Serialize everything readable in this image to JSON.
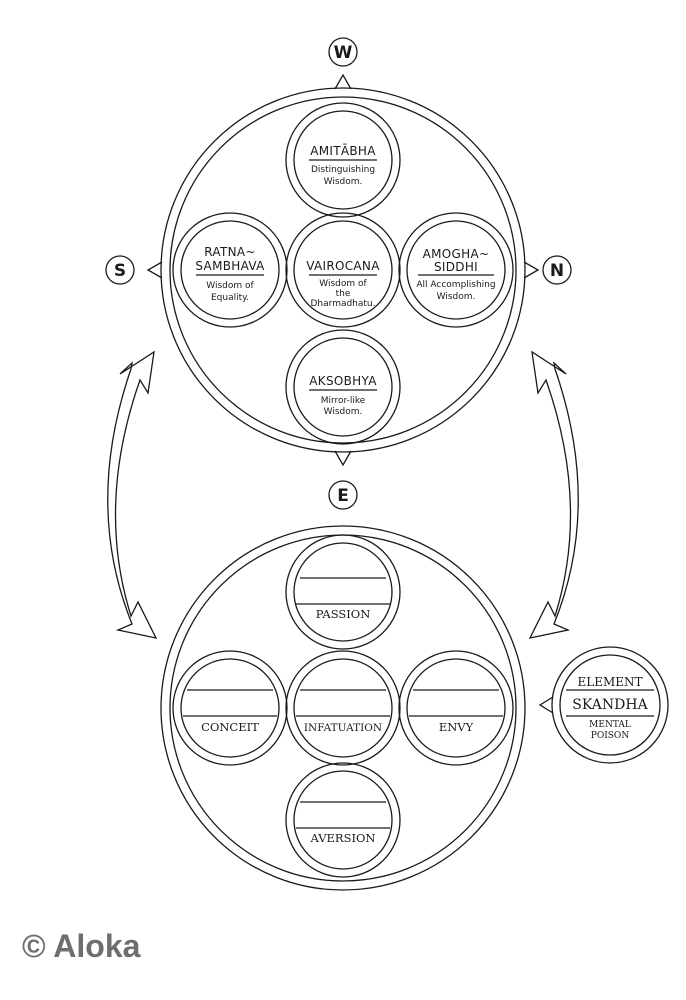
{
  "directions": {
    "west": "W",
    "south": "S",
    "north": "N",
    "east": "E"
  },
  "buddhas": {
    "amitabha": {
      "name": "AMITĀBHA",
      "wisdom": [
        "Distinguishing",
        "Wisdom."
      ]
    },
    "ratnasambhava": {
      "name": [
        "RATNA~",
        "SAMBHAVA"
      ],
      "wisdom": [
        "Wisdom of",
        "Equality."
      ]
    },
    "vairocana": {
      "name": "VAIROCANA",
      "wisdom": [
        "Wisdom of",
        "the",
        "Dharmadhatu."
      ]
    },
    "amoghasiddhi": {
      "name": [
        "AMOGHA~",
        "SIDDHI"
      ],
      "wisdom": [
        "All Accomplishing",
        "Wisdom."
      ]
    },
    "aksobhya": {
      "name": "AKSOBHYA",
      "wisdom": [
        "Mirror-like",
        "Wisdom."
      ]
    }
  },
  "poisons": {
    "passion": "PASSION",
    "conceit": "CONCEIT",
    "infatuation": "INFATUATION",
    "envy": "ENVY",
    "aversion": "AVERSION"
  },
  "legend": {
    "element": "ELEMENT",
    "skandha": "SKANDHA",
    "poison": [
      "MENTAL",
      "POISON"
    ]
  },
  "copyright": "© Aloka",
  "colors": {
    "ink": "#1a1a1a",
    "copyright": "#6e6e6e",
    "background": "#ffffff"
  }
}
